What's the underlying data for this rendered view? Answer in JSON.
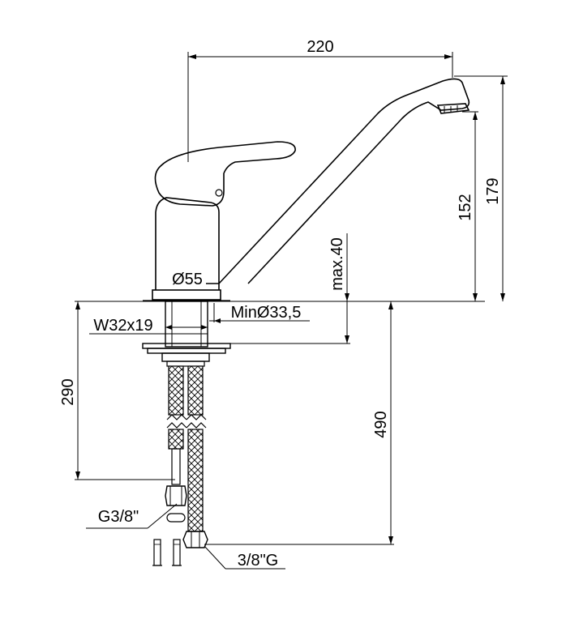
{
  "dimensions": {
    "width_top": "220",
    "height_total": "179",
    "height_spout": "152",
    "max_deck": "max.40",
    "base_diameter": "Ø55",
    "hole_min": "MinØ33,5",
    "shank": "W32x19",
    "hose_short": "290",
    "hose_long": "490",
    "connector_left": "G3/8\"",
    "connector_right": "3/8\"G"
  },
  "colors": {
    "line": "#000000",
    "background": "#ffffff"
  }
}
